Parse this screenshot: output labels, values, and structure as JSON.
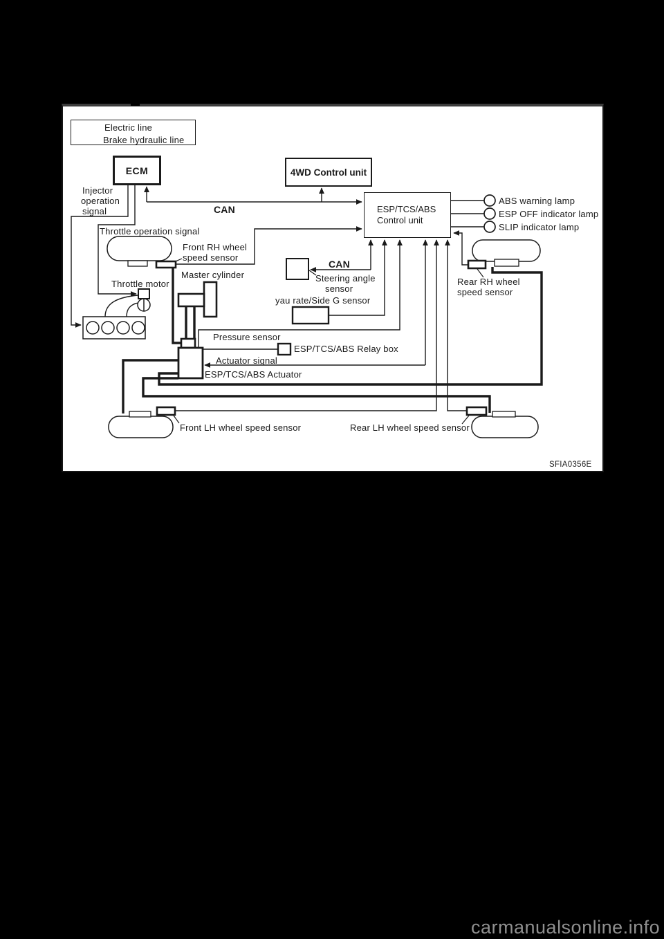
{
  "page": {
    "background": "#000000",
    "watermark_text": "carmanualsonline.info"
  },
  "diagram": {
    "figure_id": "SFIA0356E",
    "legend": {
      "electric_label": "Electric line",
      "hydraulic_label": "Brake hydraulic line"
    },
    "units": {
      "ecm": "ECM",
      "awd": "4WD Control unit",
      "esp_line1": "ESP/TCS/ABS",
      "esp_line2": "Control unit"
    },
    "signals": {
      "injector_line1": "Injector",
      "injector_line2": "operation",
      "injector_line3": "signal",
      "can_main": "CAN",
      "can_steering": "CAN",
      "throttle_operation": "Throttle operation signal",
      "actuator_signal": "Actuator signal"
    },
    "components": {
      "front_rh_line1": "Front RH wheel",
      "front_rh_line2": "speed sensor",
      "master_cylinder": "Master cylinder",
      "throttle_motor": "Throttle motor",
      "steering_line1": "Steering angle",
      "steering_line2": "sensor",
      "yaw_rate": "yau rate/Side G sensor",
      "pressure_sensor": "Pressure sensor",
      "relay_box": "ESP/TCS/ABS Relay box",
      "actuator": "ESP/TCS/ABS Actuator",
      "rear_rh_line1": "Rear RH wheel",
      "rear_rh_line2": "speed sensor",
      "front_lh": "Front LH wheel speed sensor",
      "rear_lh": "Rear LH wheel speed sensor"
    },
    "lamps": {
      "abs": "ABS warning lamp",
      "esp_off": "ESP OFF indicator lamp",
      "slip": "SLIP indicator lamp"
    },
    "colors": {
      "ink": "#1a1a1a",
      "panel": "#ffffff",
      "page": "#000000",
      "top_bar": "#3c3c3c",
      "watermark": "#8f8f8f"
    }
  }
}
